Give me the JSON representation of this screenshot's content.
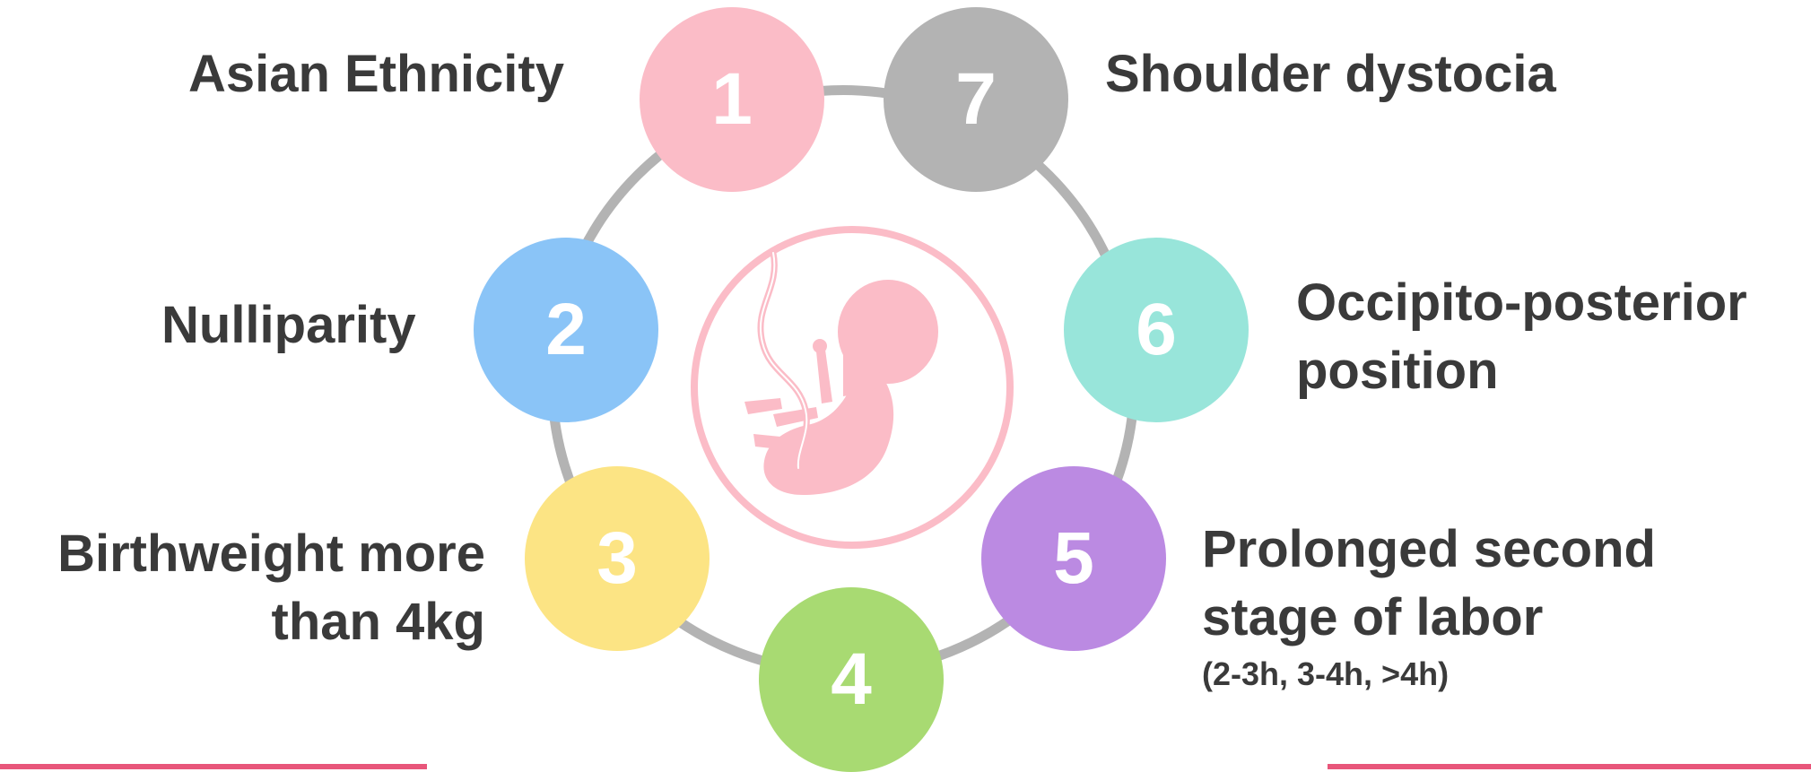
{
  "colors": {
    "ring": "#b3b3b3",
    "center_ring": "#fbbcc7",
    "fetus": "#fbbcc7",
    "text": "#3a3a3a",
    "accent_bar": "#e8567a"
  },
  "center_icon": "fetus-icon",
  "factors": [
    {
      "number": "1",
      "color": "#fbbcc7",
      "label_line1": "Asian Ethnicity",
      "label_line2": "",
      "note": ""
    },
    {
      "number": "2",
      "color": "#8ac4f7",
      "label_line1": "Nulliparity",
      "label_line2": "",
      "note": ""
    },
    {
      "number": "3",
      "color": "#fce484",
      "label_line1": "Birthweight more",
      "label_line2": "than 4kg",
      "note": ""
    },
    {
      "number": "4",
      "color": "#a8da72",
      "label_line1": "",
      "label_line2": "",
      "note": ""
    },
    {
      "number": "5",
      "color": "#bb8ae2",
      "label_line1": "Prolonged second",
      "label_line2": "stage of labor",
      "note": "(2-3h, 3-4h, >4h)"
    },
    {
      "number": "6",
      "color": "#98e5da",
      "label_line1": "Occipito-posterior",
      "label_line2": "position",
      "note": ""
    },
    {
      "number": "7",
      "color": "#b3b3b3",
      "label_line1": "Shoulder dystocia",
      "label_line2": "",
      "note": ""
    }
  ]
}
